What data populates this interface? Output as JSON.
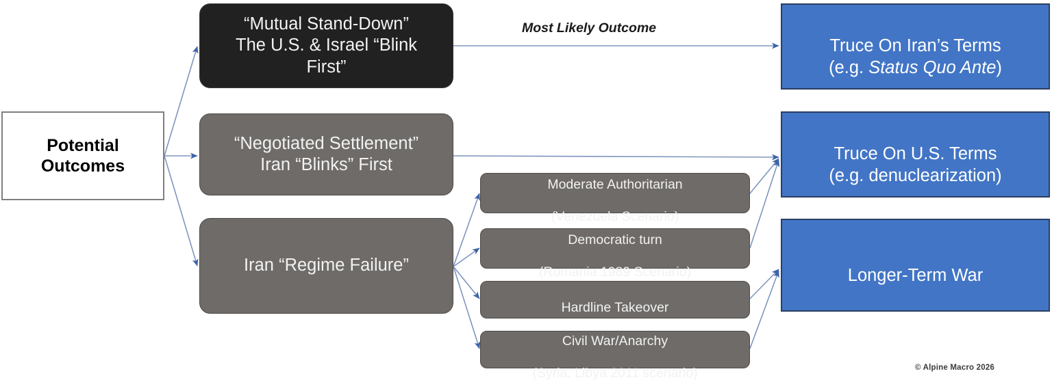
{
  "diagram": {
    "title": "Potential Outcomes",
    "credit": "© Alpine Macro 2026",
    "colors": {
      "blue_fill": "#4275C5",
      "blue_border": "#2B3F62",
      "gray_fill": "#6E6B68",
      "gray_border": "#4D4A47",
      "dark_fill": "#212121",
      "arrow": "#5B7FB4",
      "root_border": "#7F7F7F",
      "text_light": "#F2F2F2",
      "text_dark": "#000000"
    },
    "root": {
      "label": "Potential\nOutcomes"
    },
    "branches": [
      {
        "id": "mutual-stand-down",
        "label": "“Mutual Stand-Down”\nThe U.S. & Israel “Blink\nFirst”",
        "style": "dark"
      },
      {
        "id": "negotiated-settlement",
        "label": "“Negotiated Settlement”\nIran “Blinks” First",
        "style": "gray"
      },
      {
        "id": "regime-failure",
        "label": "Iran “Regime Failure”",
        "style": "gray"
      }
    ],
    "scenarios": [
      {
        "id": "moderate-authoritarian",
        "line1": "Moderate Authoritarian",
        "line2": "(Venezuela Scenario)"
      },
      {
        "id": "democratic-turn",
        "line1": "Democratic turn",
        "line2": "(Romania 1989 Scenario)"
      },
      {
        "id": "hardline-takeover",
        "line1": "Hardline Takeover",
        "line2": ""
      },
      {
        "id": "civil-war-anarchy",
        "line1": "Civil War/Anarchy",
        "line2": "(Syria. Libya 2011 scenario)"
      }
    ],
    "outcomes": [
      {
        "id": "truce-iran-terms",
        "line1": "Truce On Iran’s Terms",
        "line2_prefix": "(e.g. ",
        "line2_italic": "Status Quo Ante",
        "line2_suffix": ")"
      },
      {
        "id": "truce-us-terms",
        "line1": "Truce On U.S. Terms",
        "line2_prefix": "(e.g. denuclearization)",
        "line2_italic": "",
        "line2_suffix": ""
      },
      {
        "id": "longer-term-war",
        "line1": "Longer-Term War",
        "line2_prefix": "",
        "line2_italic": "",
        "line2_suffix": ""
      }
    ],
    "edge_labels": [
      {
        "id": "most-likely-outcome",
        "text": "Most Likely Outcome"
      }
    ]
  }
}
